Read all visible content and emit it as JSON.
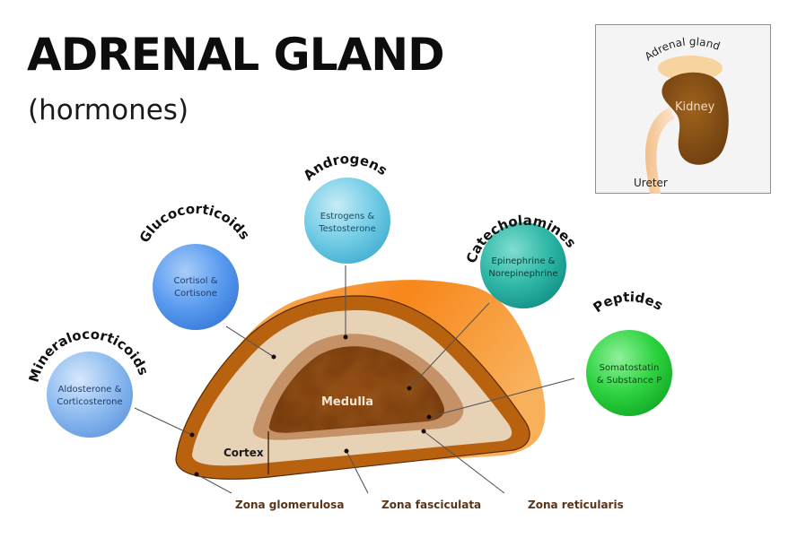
{
  "header": {
    "title": "ADRENAL GLAND",
    "subtitle": "(hormones)"
  },
  "inset": {
    "adrenal_label": "Adrenal gland",
    "kidney_label": "Kidney",
    "ureter_label": "Ureter"
  },
  "hormone_groups": [
    {
      "name": "Mineralocorticoids",
      "line1": "Aldosterone &",
      "line2": "Corticosterone",
      "color": "#8fbcf0"
    },
    {
      "name": "Glucocorticoids",
      "line1": "Cortisol &",
      "line2": "Cortisone",
      "color": "#5b9cf0"
    },
    {
      "name": "Androgens",
      "line1": "Estrogens &",
      "line2": "Testosterone",
      "color": "#74cde6"
    },
    {
      "name": "Catecholamines",
      "line1": "Epinephrine &",
      "line2": "Norepinephrine",
      "color": "#2fb7a6"
    },
    {
      "name": "Peptides",
      "line1": "Somatostatin",
      "line2": "& Substance P",
      "color": "#2ed340"
    }
  ],
  "gland": {
    "medulla_label": "Medulla",
    "cortex_label": "Cortex",
    "zones": [
      "Zona glomerulosa",
      "Zona fasciculata",
      "Zona reticularis"
    ]
  },
  "colors": {
    "capsule": "#b8620f",
    "capsule_outer": "#f28a1e",
    "fasciculata": "#e8d2b6",
    "reticularis": "#c49266",
    "medulla": "#7a3a0c",
    "zone_label": "#5a3418"
  }
}
